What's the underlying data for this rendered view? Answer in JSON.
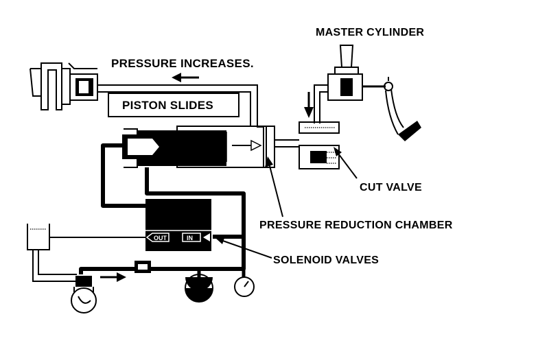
{
  "labels": {
    "master_cylinder": "MASTER CYLINDER",
    "pressure_increases": "PRESSURE INCREASES.",
    "piston_slides": "PISTON SLIDES",
    "cut_valve": "CUT VALVE",
    "pressure_reduction_chamber": "PRESSURE REDUCTION CHAMBER",
    "solenoid_valves": "SOLENOID VALVES"
  },
  "solenoid": {
    "out_label": "OUT",
    "in_label": "IN"
  },
  "colors": {
    "ink": "#000000",
    "paper": "#ffffff"
  }
}
